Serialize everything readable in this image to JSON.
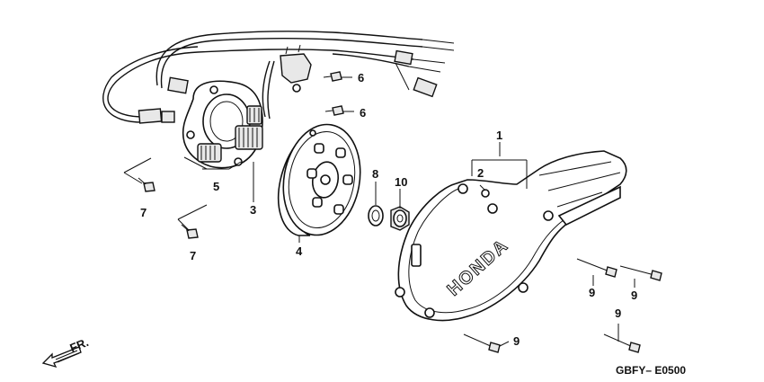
{
  "diagram": {
    "callouts": {
      "c1": "1",
      "c2": "2",
      "c3": "3",
      "c4": "4",
      "c5": "5",
      "c6a": "6",
      "c6b": "6",
      "c7a": "7",
      "c7b": "7",
      "c8": "8",
      "c9a": "9",
      "c9b": "9",
      "c9c": "9",
      "c9d": "9",
      "c10": "10"
    },
    "cover_brand": "HONDA",
    "direction_label": "FR.",
    "diagram_code": "GBFY– E0500"
  }
}
